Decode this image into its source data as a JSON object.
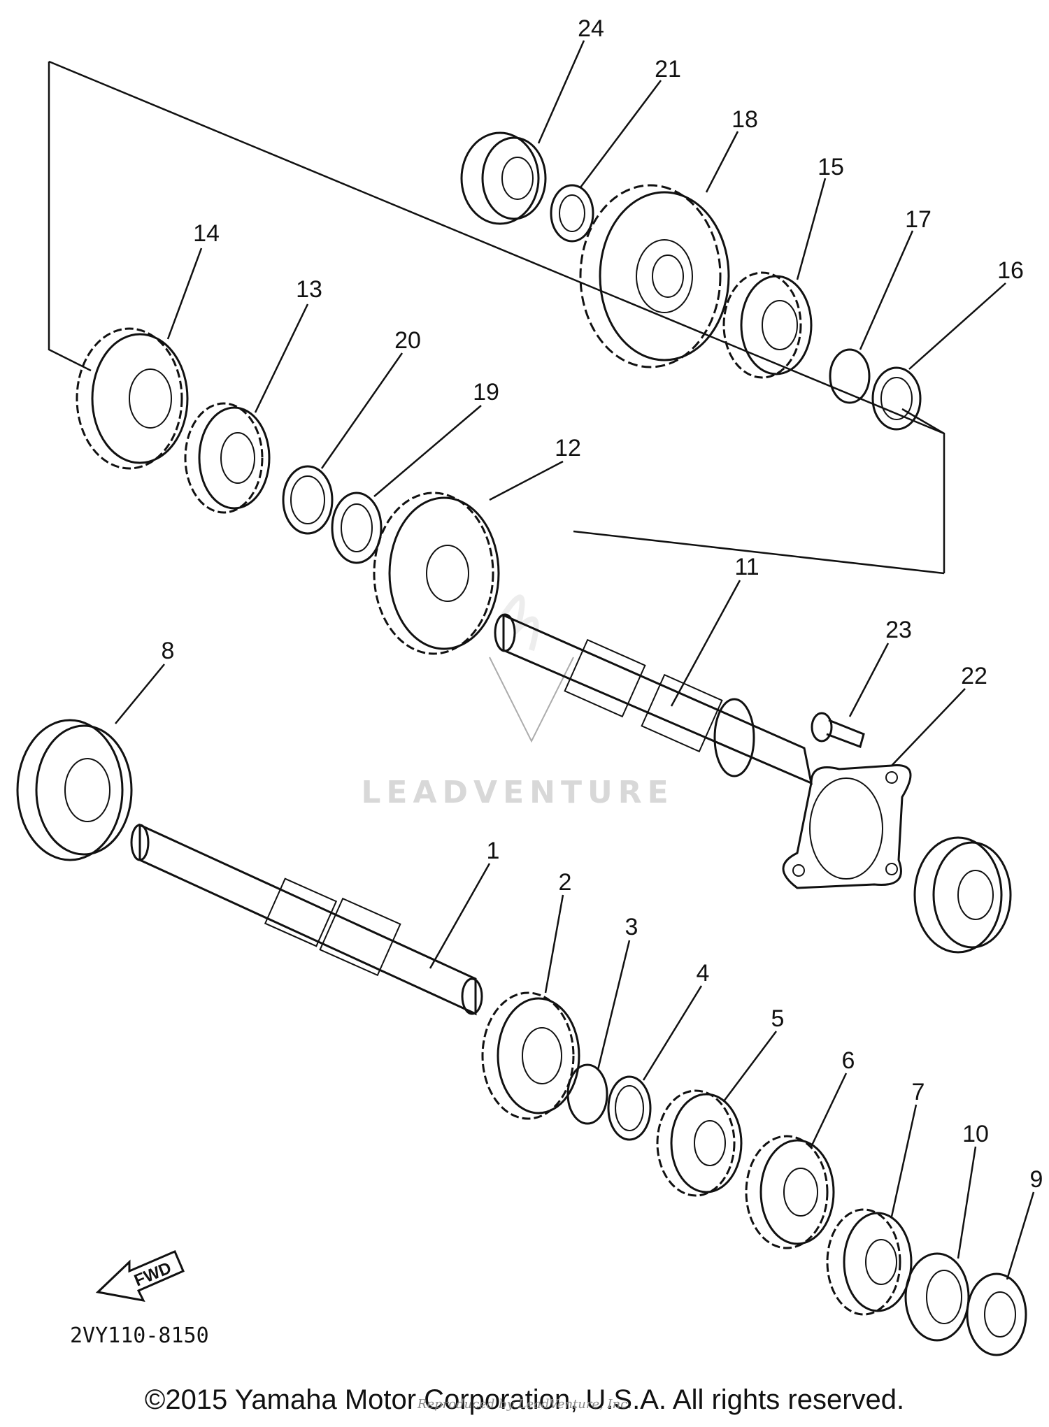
{
  "diagram_code": "2VY110-8150",
  "fwd_label": "FWD",
  "watermark": "LEADVENTURE",
  "copyright": "©2015 Yamaha Motor Corporation, U.S.A. All rights reserved.",
  "redistribution_note": "Reproduced by LeadVenture, Inc.",
  "callouts": {
    "p1": "1",
    "p2": "2",
    "p3": "3",
    "p4": "4",
    "p5": "5",
    "p6": "6",
    "p7": "7",
    "p8": "8",
    "p9": "9",
    "p10": "10",
    "p11": "11",
    "p12": "12",
    "p13": "13",
    "p14": "14",
    "p15": "15",
    "p16": "16",
    "p17": "17",
    "p18": "18",
    "p19": "19",
    "p20": "20",
    "p21": "21",
    "p22": "22",
    "p23": "23",
    "p24": "24"
  }
}
